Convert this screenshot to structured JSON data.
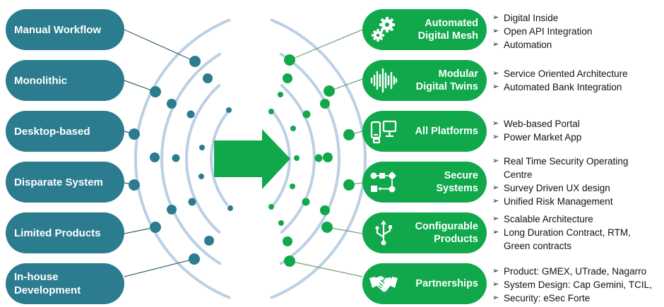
{
  "legacy_items": [
    {
      "label": "Manual Workflow"
    },
    {
      "label": "Monolithic"
    },
    {
      "label": "Desktop-based"
    },
    {
      "label": "Disparate System"
    },
    {
      "label": "Limited Products"
    },
    {
      "label": "In-house Development",
      "lines": [
        "In-house",
        "Development"
      ]
    }
  ],
  "modern_items": [
    {
      "label": "Automated Digital Mesh",
      "lines": [
        "Automated",
        "Digital Mesh"
      ],
      "icon": "gears-icon",
      "bullets": [
        {
          "lines": [
            "Digital Inside"
          ]
        },
        {
          "lines": [
            "Open API Integration"
          ]
        },
        {
          "lines": [
            "Automation"
          ]
        }
      ]
    },
    {
      "label": "Modular Digital Twins",
      "lines": [
        "Modular",
        "Digital Twins"
      ],
      "icon": "sound-wave-icon",
      "bullets": [
        {
          "lines": [
            "Service Oriented Architecture"
          ]
        },
        {
          "lines": [
            "Automated Bank Integration"
          ]
        }
      ]
    },
    {
      "label": "All Platforms",
      "lines": [
        "All Platforms"
      ],
      "icon": "devices-icon",
      "bullets": [
        {
          "lines": [
            "Web-based Portal"
          ]
        },
        {
          "lines": [
            "Power Market App"
          ]
        }
      ]
    },
    {
      "label": "Secure Systems",
      "lines": [
        "Secure",
        "Systems"
      ],
      "icon": "workflow-icon",
      "bullets": [
        {
          "lines": [
            "Real Time Security Operating",
            "Centre"
          ]
        },
        {
          "lines": [
            "Survey Driven UX design"
          ]
        },
        {
          "lines": [
            "Unified Risk Management"
          ]
        }
      ]
    },
    {
      "label": "Configurable Products",
      "lines": [
        "Configurable",
        "Products"
      ],
      "icon": "usb-icon",
      "bullets": [
        {
          "lines": [
            "Scalable Architecture"
          ]
        },
        {
          "lines": [
            "Long Duration Contract, RTM,",
            "Green contracts"
          ]
        }
      ]
    },
    {
      "label": "Partnerships",
      "lines": [
        "Partnerships"
      ],
      "icon": "handshake-icon",
      "bullets": [
        {
          "lines": [
            "Product: GMEX, UTrade, Nagarro"
          ]
        },
        {
          "lines": [
            "System Design: Cap Gemini, TCIL,"
          ]
        },
        {
          "lines": [
            "Security: eSec Forte"
          ]
        }
      ]
    }
  ],
  "colors": {
    "legacy": "#2a7c8e",
    "modern": "#10a84a",
    "arc": "#bcd0e4",
    "line_left": "#3d6270",
    "line_right": "#6fa16d"
  },
  "bullet_marker": "➢"
}
